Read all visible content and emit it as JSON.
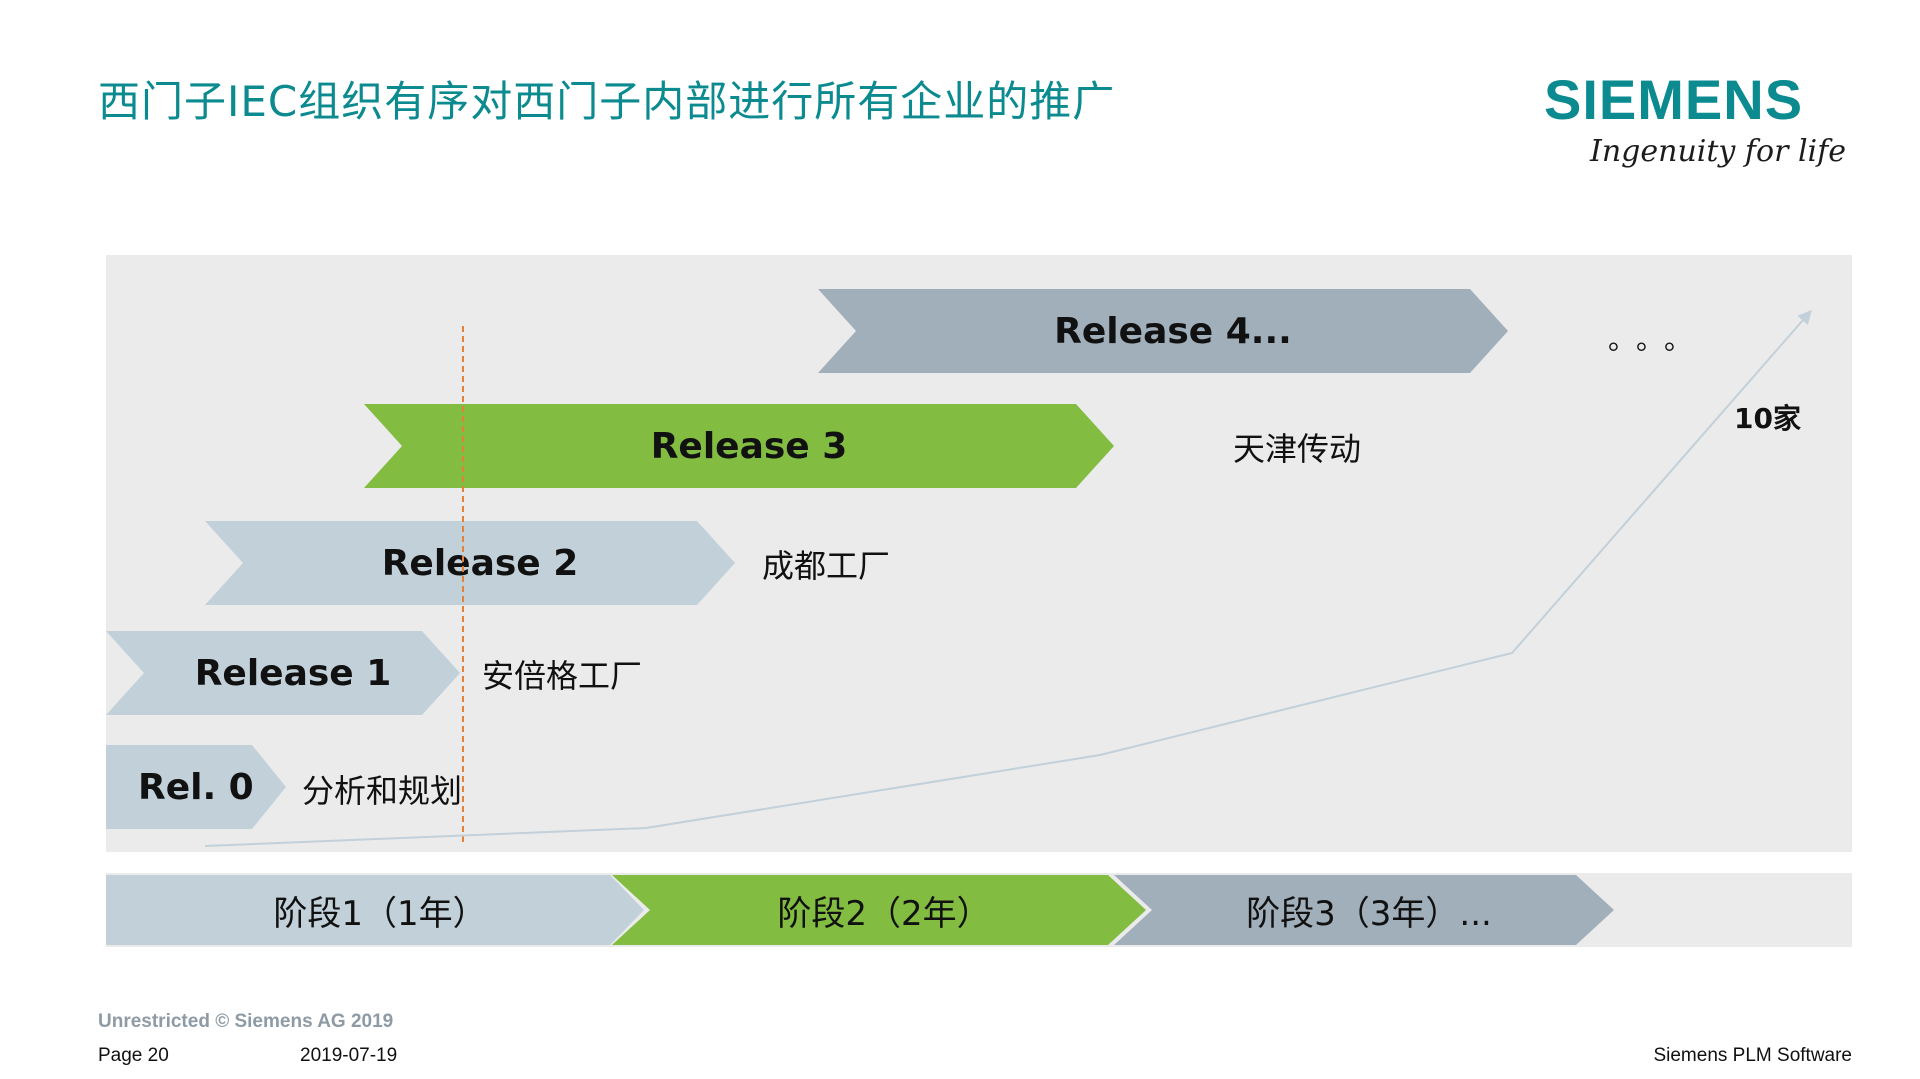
{
  "slide": {
    "title": "西门子IEC组织有序对西门子内部进行所有企业的推广"
  },
  "brand": {
    "name": "SIEMENS",
    "slogan": "Ingenuity for life"
  },
  "releases": [
    {
      "label": "Rel. 0",
      "note": "分析和规划"
    },
    {
      "label": "Release 1",
      "note": "安倍格工厂"
    },
    {
      "label": "Release 2",
      "note": "成都工厂"
    },
    {
      "label": "Release 3",
      "note": "天津传动"
    },
    {
      "label": "Release 4...",
      "note": ""
    }
  ],
  "ellipsis": "。。。",
  "count_label": "10家",
  "phases": [
    {
      "label": "阶段1（1年）"
    },
    {
      "label": "阶段2（2年）"
    },
    {
      "label": "阶段3（3年）..."
    }
  ],
  "footer": {
    "classification": "Unrestricted © Siemens AG 2019",
    "page": "Page 20",
    "date": "2019-07-19",
    "company": "Siemens PLM Software"
  },
  "colors": {
    "title": "#0b8a8f",
    "light_blue": "#c2d0da",
    "green": "#82bc40",
    "gray": "#a1afbb",
    "panel": "#ebebeb"
  }
}
